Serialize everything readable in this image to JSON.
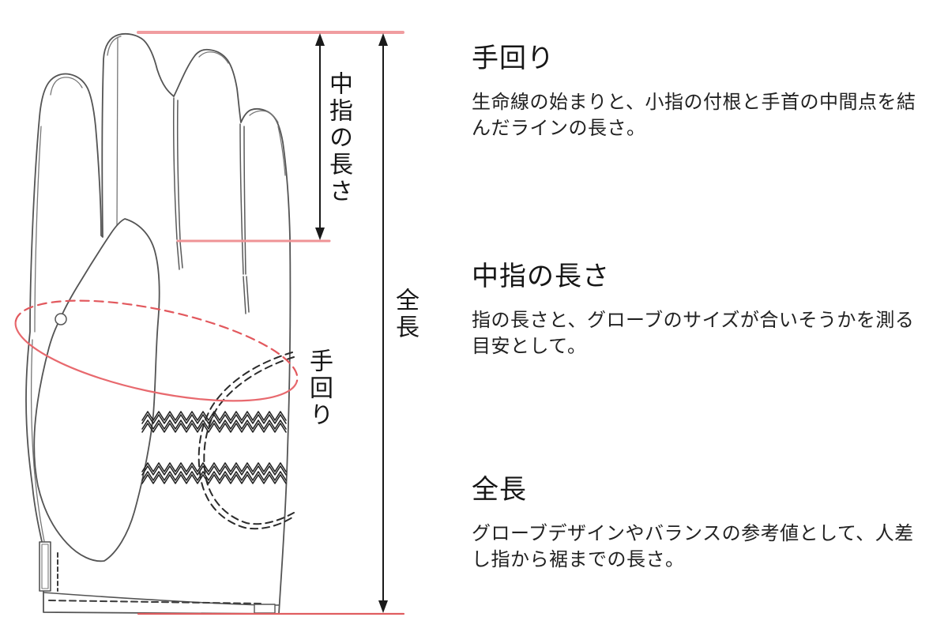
{
  "figure": {
    "description": "glove measurement diagram",
    "dimension_labels": {
      "middle_finger_length": "中指の長さ",
      "total_length": "全長",
      "hand_circumference": "手回り"
    },
    "colors": {
      "line_top": "#f09da0",
      "line_middle": "#ef9396",
      "line_bottom": "#e05e60",
      "ellipse_solid": "#e8696e",
      "ellipse_dashed": "#e2585d",
      "glove_outline": "#545454",
      "arrow": "#1a1a1a"
    }
  },
  "sections": [
    {
      "heading": "手回り",
      "body": "生命線の始まりと、小指の付根と手首の中間点を結んだラインの長さ。"
    },
    {
      "heading": "中指の長さ",
      "body": "指の長さと、グローブのサイズが合いそうかを測る目安として。"
    },
    {
      "heading": "全長",
      "body": "グローブデザインやバランスの参考値として、人差し指から裾までの長さ。"
    }
  ]
}
